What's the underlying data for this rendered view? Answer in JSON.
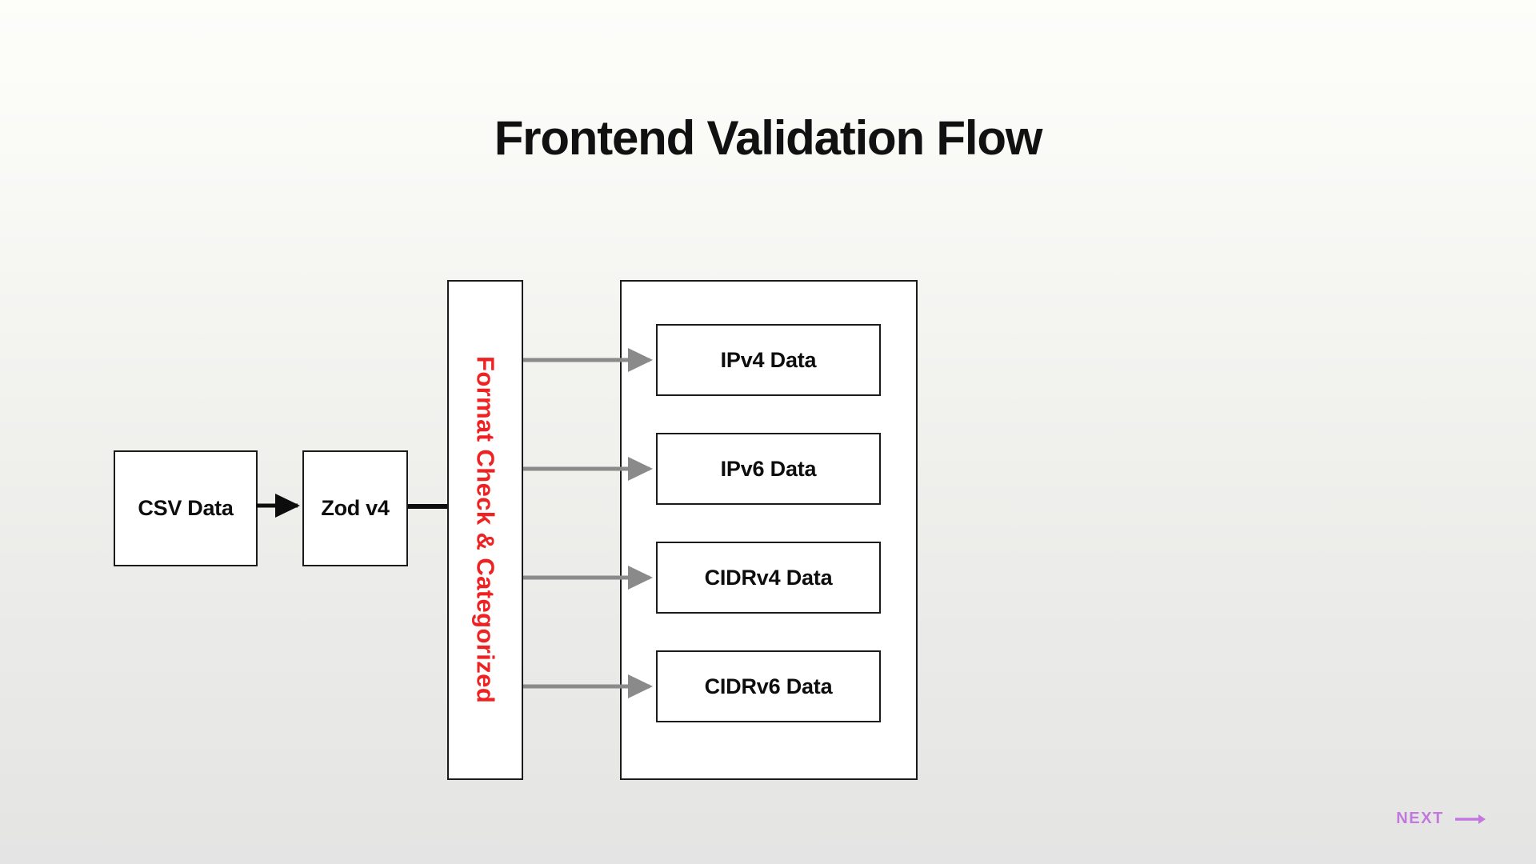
{
  "slide": {
    "title": "Frontend Validation Flow",
    "background_top_color": "#fdfdfa",
    "background_bottom_color": "#e4e4e4"
  },
  "diagram": {
    "type": "flowchart",
    "input_nodes": [
      {
        "id": "csv",
        "label": "CSV Data"
      },
      {
        "id": "zod",
        "label": "Zod v4"
      }
    ],
    "process_band": {
      "id": "format-check",
      "label": "Format Check & Categorized",
      "text_color": "#ee2222",
      "orientation": "vertical"
    },
    "output_group": {
      "id": "categorized-outputs",
      "nodes": [
        {
          "id": "ipv4",
          "label": "IPv4 Data"
        },
        {
          "id": "ipv6",
          "label": "IPv6 Data"
        },
        {
          "id": "cidrv4",
          "label": "CIDRv4 Data"
        },
        {
          "id": "cidrv6",
          "label": "CIDRv6 Data"
        }
      ]
    },
    "connectors": {
      "primary_color": "#0d0d0d",
      "branch_color": "#8a8a8a"
    }
  },
  "footer": {
    "next_label": "NEXT",
    "next_icon": "arrow-right-icon",
    "accent_color": "#c278dd"
  }
}
